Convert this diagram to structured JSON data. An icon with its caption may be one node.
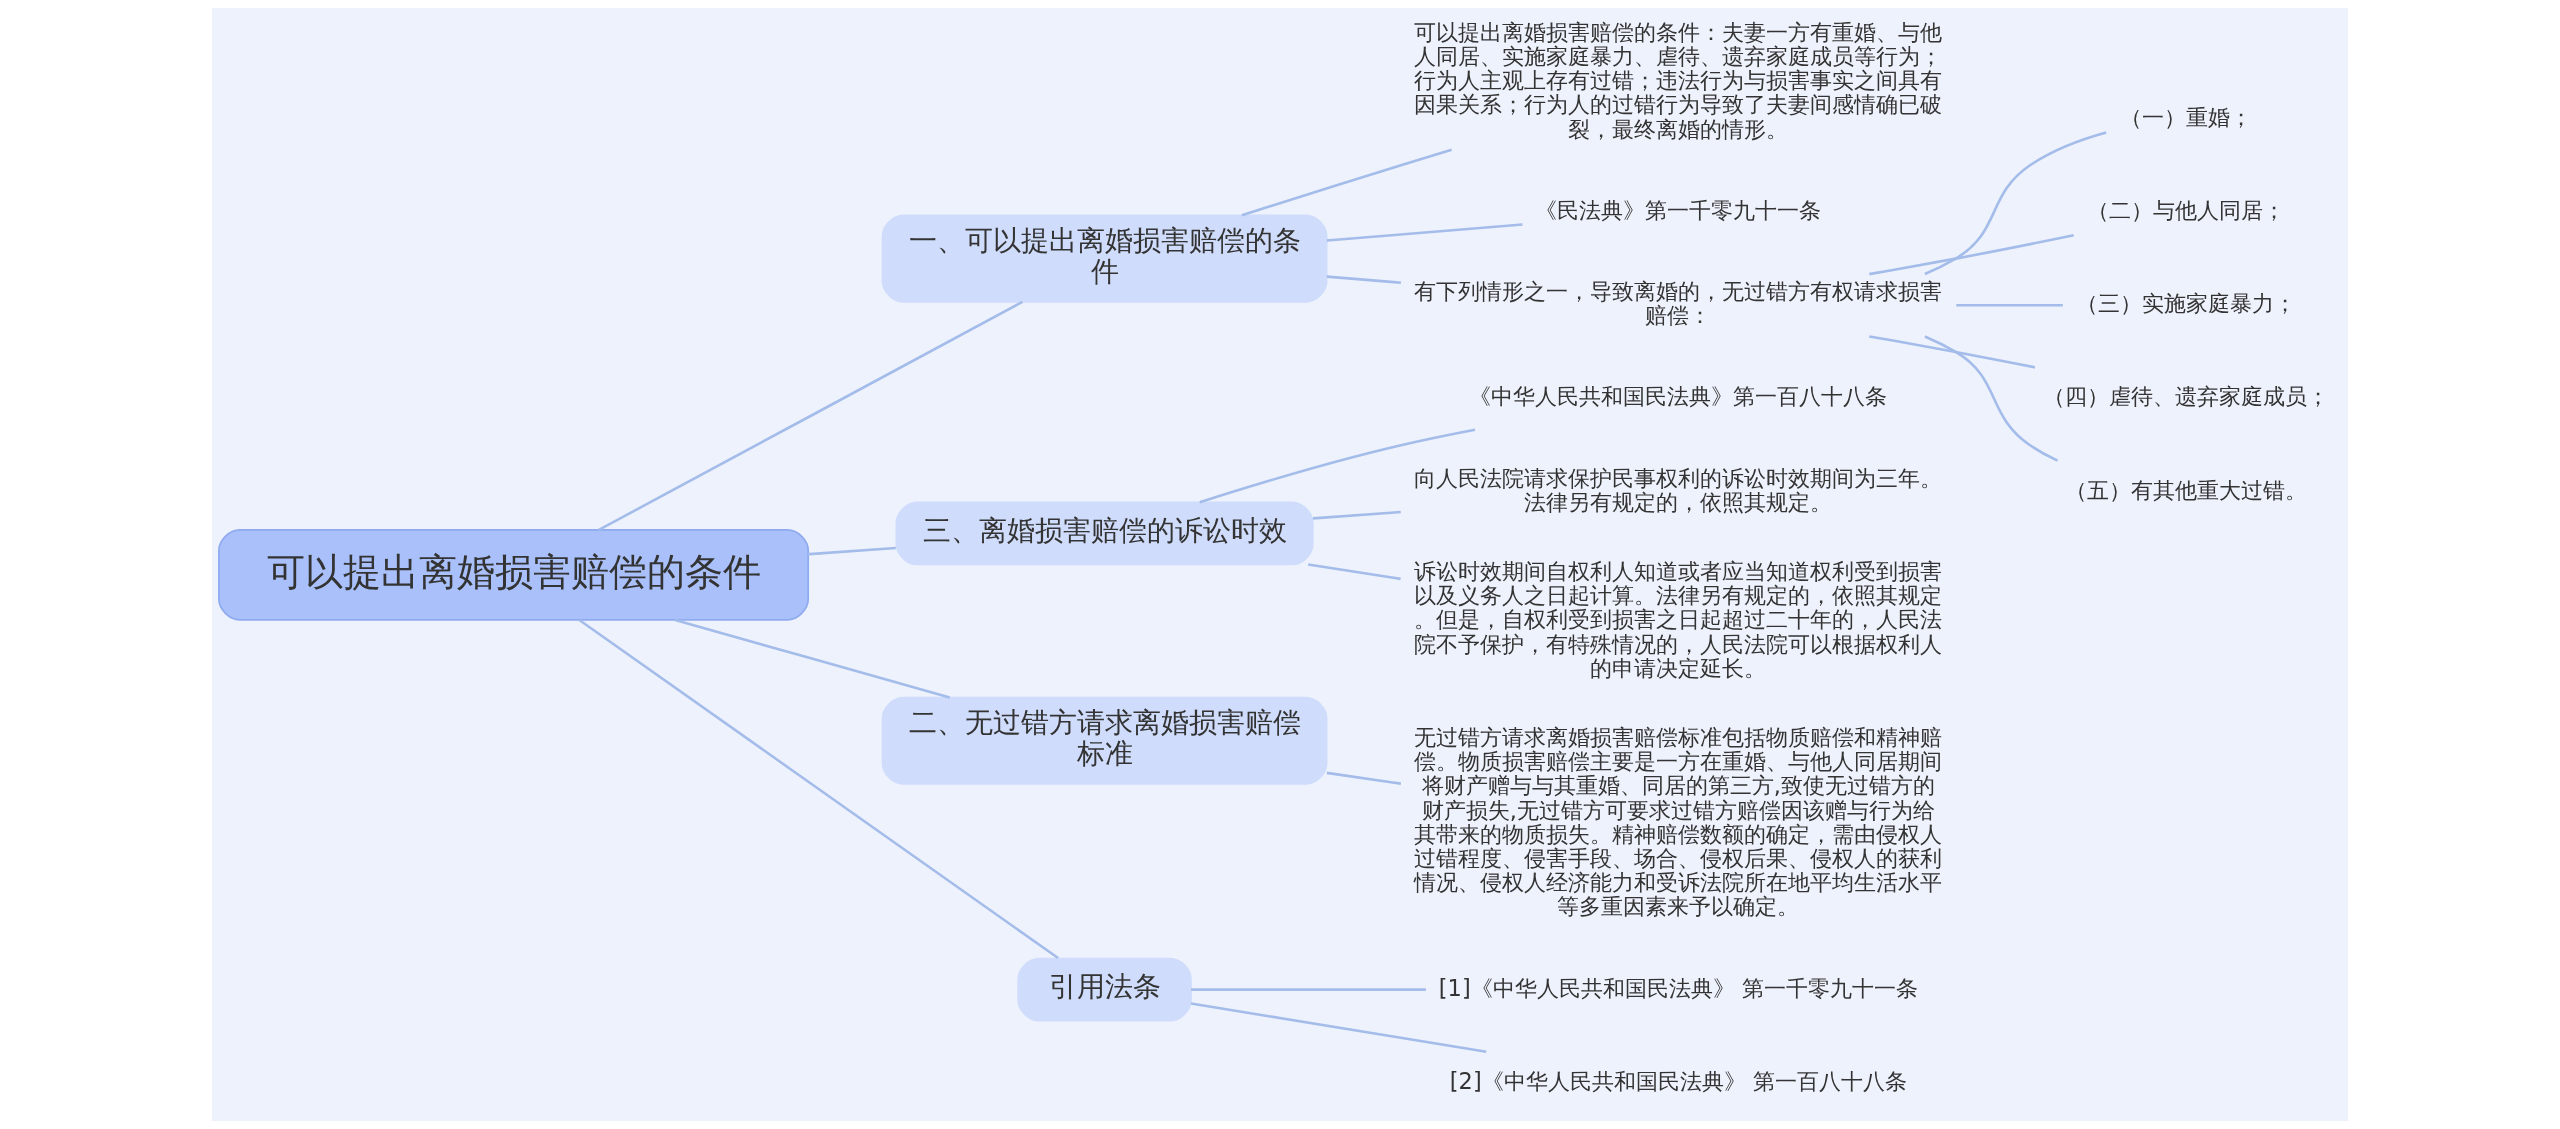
{
  "diagram": {
    "nodes": [
      {
        "text": [
          "可以提出离婚损害赔偿的条件"
        ]
      },
      {
        "text": [
          "一、可以提出离婚损害赔偿的条件"
        ]
      },
      {
        "text": [
          "可以提出离婚损害赔偿的条件：夫妻一方有重婚、与他人同居、实施家庭暴力、虐待、遗弃家庭成员等行为；行为人主观上存有过错；违法行为与损害事实之间具有因果关系；行为人的过错行为导致了夫妻间感情确已破裂，最终离婚的情形。"
        ]
      },
      {
        "text": [
          "《民法典》第一千零九十一条"
        ]
      },
      {
        "text": [
          "有下列情形之一，导致离婚的，无过错方有权请求损害赔偿："
        ]
      },
      {
        "text": [
          "（一）重婚；"
        ]
      },
      {
        "text": [
          "（二）与他人同居；"
        ]
      },
      {
        "text": [
          "（三）实施家庭暴力；"
        ]
      },
      {
        "text": [
          "（四）虐待、遗弃家庭成员；"
        ]
      },
      {
        "text": [
          "（五）有其他重大过错。"
        ]
      },
      {
        "text": [
          "三、离婚损害赔偿的诉讼时效"
        ]
      },
      {
        "text": [
          "《中华人民共和国民法典》第一百八十八条"
        ]
      },
      {
        "text": [
          "向人民法院请求保护民事权利的诉讼时效期间为三年。法律另有规定的，依照其规定。"
        ]
      },
      {
        "text": [
          "诉讼时效期间自权利人知道或者应当知道权利受到损害以及义务人之日起计算。法律另有规定的，依照其规定。但是，自权利受到损害之日起超过二十年的，人民法院不予保护，有特殊情况的，人民法院可以根据权利人的申请决定延长。"
        ]
      },
      {
        "text": [
          "二、无过错方请求离婚损害赔偿标准"
        ]
      },
      {
        "text": [
          "无过错方请求离婚损害赔偿标准包括物质赔偿和精神赔偿。物质损害赔偿主要是一方在重婚、与他人同居期间将财产赠与与其重婚、同居的第三方,致使无过错方的财产损失,无过错方可要求过错方赔偿因该赠与行为给其带来的物质损失。精神赔偿数额的确定，需由侵权人过错程度、侵害手段、场合、侵权后果、侵权人的获利情况、侵权人经济能力和受诉法院所在地平均生活水平等多重因素来予以确定。"
        ]
      },
      {
        "text": [
          "引用法条"
        ]
      },
      {
        "text": [
          "[1]《中华人民共和国民法典》 第一千零九十一条"
        ]
      },
      {
        "text": [
          "[2]《中华人民共和国民法典》 第一百八十八条"
        ]
      }
    ],
    "edges": [
      {
        "from": 0,
        "to": 1,
        "arrow": "none"
      },
      {
        "from": 1,
        "to": 2,
        "arrow": "none"
      },
      {
        "from": 1,
        "to": 3,
        "arrow": "none"
      },
      {
        "from": 1,
        "to": 4,
        "arrow": "none"
      },
      {
        "from": 4,
        "to": 5,
        "arrow": "none"
      },
      {
        "from": 4,
        "to": 6,
        "arrow": "none"
      },
      {
        "from": 4,
        "to": 7,
        "arrow": "none"
      },
      {
        "from": 4,
        "to": 8,
        "arrow": "none"
      },
      {
        "from": 4,
        "to": 9,
        "arrow": "none"
      },
      {
        "from": 0,
        "to": 10,
        "arrow": "none"
      },
      {
        "from": 10,
        "to": 11,
        "arrow": "none"
      },
      {
        "from": 10,
        "to": 12,
        "arrow": "none"
      },
      {
        "from": 10,
        "to": 13,
        "arrow": "none"
      },
      {
        "from": 0,
        "to": 14,
        "arrow": "none"
      },
      {
        "from": 14,
        "to": 15,
        "arrow": "none"
      },
      {
        "from": 0,
        "to": 16,
        "arrow": "none"
      },
      {
        "from": 16,
        "to": 17,
        "arrow": "none"
      },
      {
        "from": 16,
        "to": 18,
        "arrow": "none"
      }
    ]
  }
}
